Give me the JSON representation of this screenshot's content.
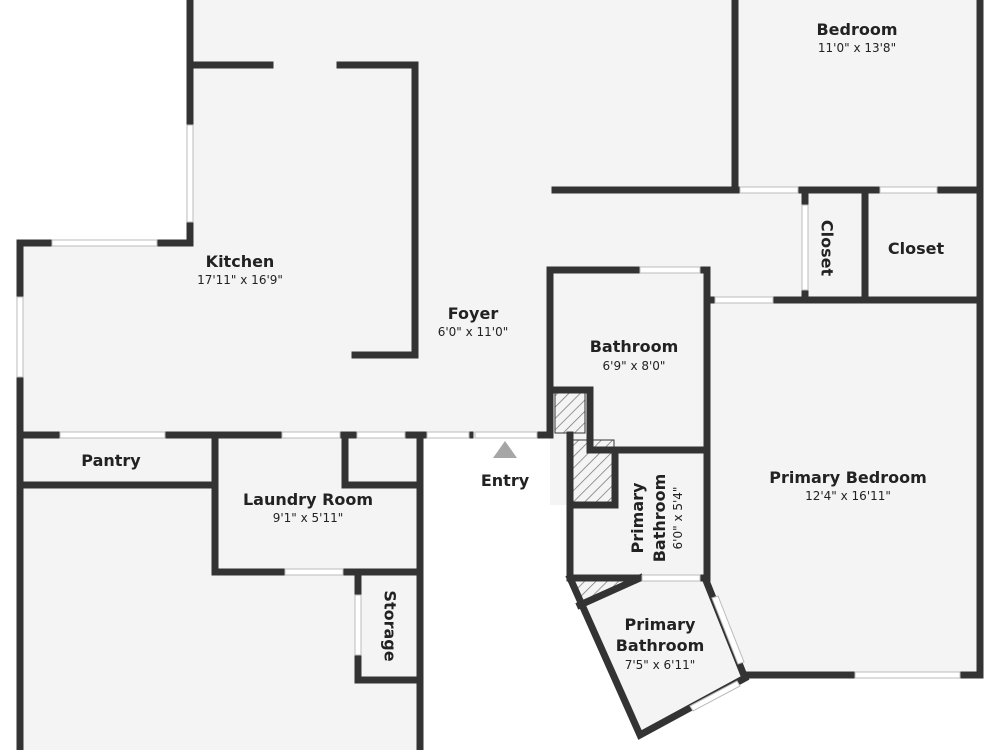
{
  "rooms": {
    "bedroom": {
      "name": "Bedroom",
      "dims": "11'0\" x 13'8\""
    },
    "kitchen": {
      "name": "Kitchen",
      "dims": "17'11\" x 16'9\""
    },
    "foyer": {
      "name": "Foyer",
      "dims": "6'0\" x 11'0\""
    },
    "closet1": {
      "name": "Closet"
    },
    "closet2": {
      "name": "Closet"
    },
    "bathroom": {
      "name": "Bathroom",
      "dims": "6'9\" x 8'0\""
    },
    "pantry": {
      "name": "Pantry"
    },
    "laundry": {
      "name": "Laundry Room",
      "dims": "9'1\" x 5'11\""
    },
    "entry": {
      "name": "Entry"
    },
    "primary_bedroom": {
      "name": "Primary Bedroom",
      "dims": "12'4\" x 16'11\""
    },
    "primary_bath_small": {
      "line1": "Primary",
      "line2": "Bathroom",
      "dims": "6'0\" x 5'4\""
    },
    "primary_bath_large": {
      "line1": "Primary",
      "line2": "Bathroom",
      "dims": "7'5\" x 6'11\""
    },
    "storage": {
      "name": "Storage"
    }
  },
  "colors": {
    "wall": "#333333",
    "floor": "#f4f4f4",
    "entry_marker": "#a6a6a6"
  }
}
